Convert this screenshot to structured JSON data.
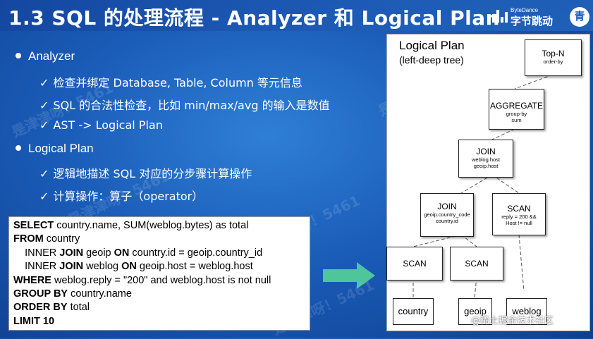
{
  "header": {
    "title_prefix": "1.3 SQL",
    "title_zh": "的处理流程",
    "title_mid": " - Analyzer ",
    "title_zh2": "和",
    "title_end": " Logical Plan",
    "logo_sub": "ByteDance",
    "logo_main": "字节跳动",
    "corner_glyph": "青"
  },
  "bullets": [
    {
      "label": "Analyzer",
      "items": [
        "检查并绑定 Database, Table, Column 等元信息",
        "SQL 的合法性检查，比如 min/max/avg 的输入是数值",
        "AST -> Logical Plan"
      ]
    },
    {
      "label": "Logical Plan",
      "items": [
        "逻辑地描述 SQL 对应的分步骤计算操作",
        "计算操作：算子（operator）"
      ]
    }
  ],
  "sql": [
    [
      {
        "k": "SELECT"
      },
      {
        "t": " country.name, SUM(weblog.bytes) as total"
      }
    ],
    [
      {
        "k": "FROM"
      },
      {
        "t": " country"
      }
    ],
    [
      {
        "t": "    INNER "
      },
      {
        "k": "JOIN"
      },
      {
        "t": " geoip "
      },
      {
        "k": "ON"
      },
      {
        "t": " country.id = geoip.country_id"
      }
    ],
    [
      {
        "t": "    INNER "
      },
      {
        "k": "JOIN"
      },
      {
        "t": " weblog "
      },
      {
        "k": "ON"
      },
      {
        "t": " geoip.host = weblog.host"
      }
    ],
    [
      {
        "k": "WHERE"
      },
      {
        "t": " weblog.reply = \"200\" and weblog.host is not null"
      }
    ],
    [
      {
        "k": "GROUP BY"
      },
      {
        "t": " country.name"
      }
    ],
    [
      {
        "k": "ORDER BY"
      },
      {
        "t": " total"
      }
    ],
    [
      {
        "k": "LIMIT 10"
      }
    ]
  ],
  "plan": {
    "title": "Logical Plan",
    "subtitle": "(left-deep tree)",
    "topn": {
      "name": "Top-N",
      "detail": "order-by"
    },
    "aggregate": {
      "name": "AGGREGATE",
      "detail1": "group-by",
      "detail2": "sum"
    },
    "join1": {
      "name": "JOIN",
      "detail1": "weblog.host",
      "detail2": "geoip.host"
    },
    "join2": {
      "name": "JOIN",
      "detail1": "geoip.country_code",
      "detail2": "country.id"
    },
    "scan_filter": {
      "name": "SCAN",
      "detail1": "reply = 200 &&",
      "detail2": "Host != null"
    },
    "scan1": {
      "name": "SCAN"
    },
    "scan2": {
      "name": "SCAN"
    },
    "leaves": [
      "country",
      "geoip",
      "weblog"
    ]
  },
  "watermarks": [
    "是津津呀！5461",
    "是津津呀！5461",
    "是津津呀！5461",
    "是津津呀！5461",
    "是津津呀！5461"
  ],
  "footer_watermark": "@稀土掘金技术社区",
  "colors": {
    "background": "#1a5cb8",
    "arrow": "#4fc59a",
    "panel": "#ffffff"
  }
}
